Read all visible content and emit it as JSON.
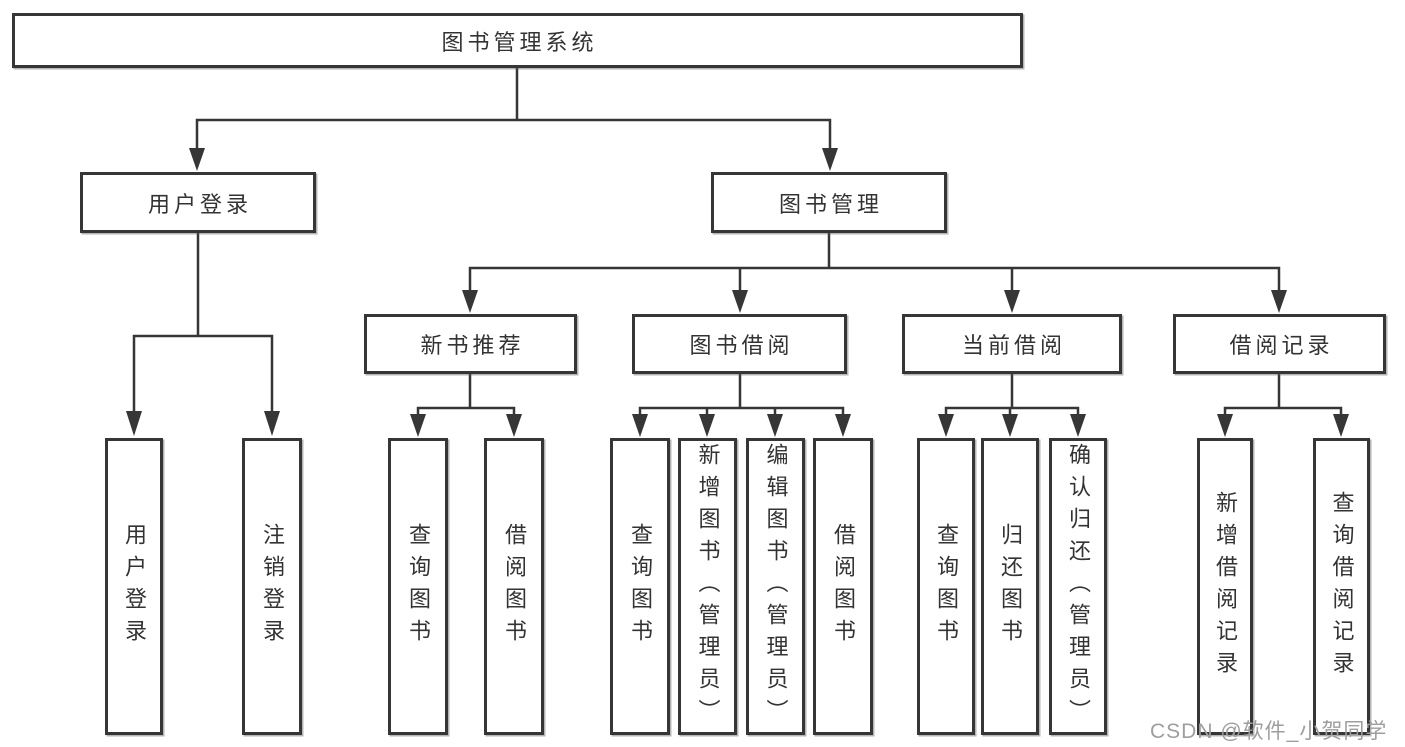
{
  "tree": {
    "label": "图书管理系统",
    "children": [
      {
        "label": "用户登录",
        "children": [
          {
            "label": "用户登录"
          },
          {
            "label": "注销登录"
          }
        ]
      },
      {
        "label": "图书管理",
        "children": [
          {
            "label": "新书推荐",
            "children": [
              {
                "label": "查询图书"
              },
              {
                "label": "借阅图书"
              }
            ]
          },
          {
            "label": "图书借阅",
            "children": [
              {
                "label": "查询图书"
              },
              {
                "label": "新增图书（管理员）"
              },
              {
                "label": "编辑图书（管理员）"
              },
              {
                "label": "借阅图书"
              }
            ]
          },
          {
            "label": "当前借阅",
            "children": [
              {
                "label": "查询图书"
              },
              {
                "label": "归还图书"
              },
              {
                "label": "确认归还（管理员）"
              }
            ]
          },
          {
            "label": "借阅记录",
            "children": [
              {
                "label": "新增借阅记录"
              },
              {
                "label": "查询借阅记录"
              }
            ]
          }
        ]
      }
    ]
  },
  "watermark": {
    "text": "CSDN @软件_小贺同学"
  },
  "colors": {
    "line": "#363636",
    "text": "#333333",
    "background": "#ffffff",
    "watermark": "#9e9e9e"
  }
}
